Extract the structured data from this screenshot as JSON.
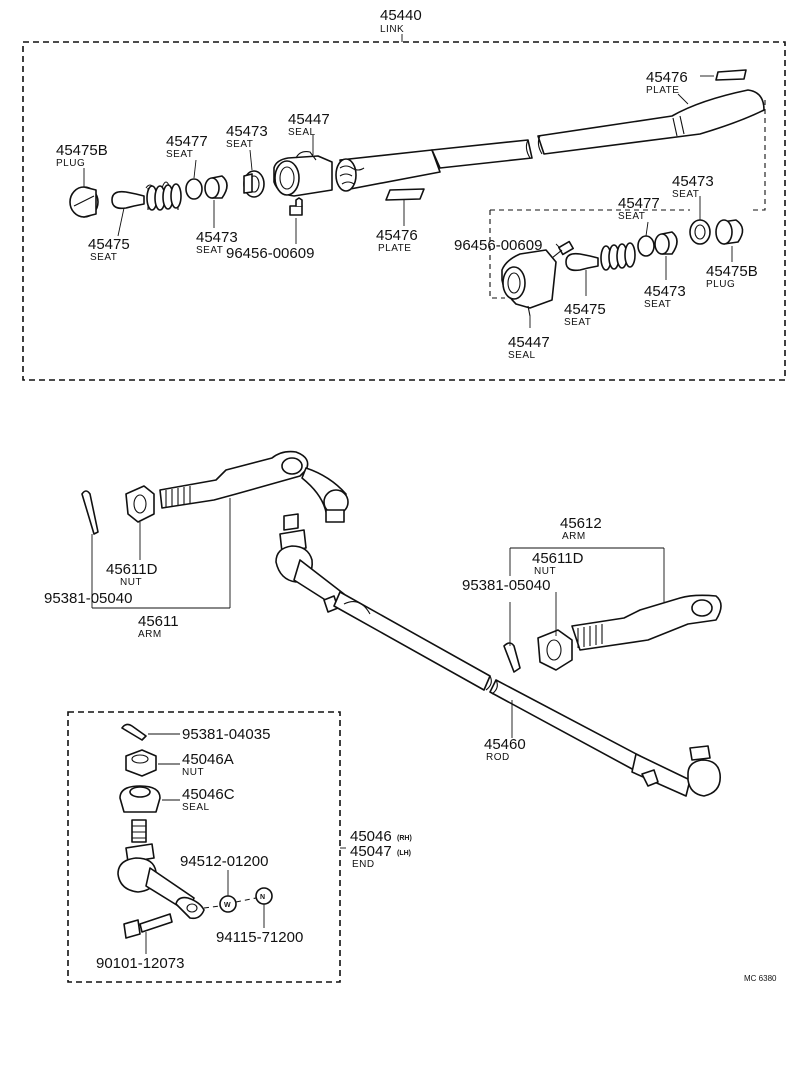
{
  "diagram": {
    "code": "MC 6380",
    "link_assembly": {
      "link": {
        "number": "45440",
        "desc": "LINK"
      },
      "plug_left": {
        "number": "45475B",
        "desc": "PLUG"
      },
      "seat_45475_left": {
        "number": "45475",
        "desc": "SEAT"
      },
      "seat_45477_left": {
        "number": "45477",
        "desc": "SEAT"
      },
      "seat_45473_left_top": {
        "number": "45473",
        "desc": "SEAT"
      },
      "seat_45473_left_bottom": {
        "number": "45473",
        "desc": "SEAT"
      },
      "seal_left": {
        "number": "45447",
        "desc": "SEAL"
      },
      "fitting_left": {
        "number": "96456-00609"
      },
      "plate_mid": {
        "number": "45476",
        "desc": "PLATE"
      },
      "plate_top": {
        "number": "45476",
        "desc": "PLATE"
      },
      "fitting_right": {
        "number": "96456-00609"
      },
      "seat_45477_right": {
        "number": "45477",
        "desc": "SEAT"
      },
      "seat_45473_right_top": {
        "number": "45473",
        "desc": "SEAT"
      },
      "seat_45473_right_bottom": {
        "number": "45473",
        "desc": "SEAT"
      },
      "seat_45475_right": {
        "number": "45475",
        "desc": "SEAT"
      },
      "plug_right": {
        "number": "45475B",
        "desc": "PLUG"
      },
      "seal_right": {
        "number": "45447",
        "desc": "SEAL"
      }
    },
    "steering": {
      "nut_left": {
        "number": "45611D",
        "desc": "NUT"
      },
      "pin_left": {
        "number": "95381-05040"
      },
      "arm_left": {
        "number": "45611",
        "desc": "ARM"
      },
      "arm_right": {
        "number": "45612",
        "desc": "ARM"
      },
      "nut_right": {
        "number": "45611D",
        "desc": "NUT"
      },
      "pin_right": {
        "number": "95381-05040"
      },
      "rod": {
        "number": "45460",
        "desc": "ROD"
      }
    },
    "end_detail": {
      "pin": {
        "number": "95381-04035"
      },
      "nut": {
        "number": "45046A",
        "desc": "NUT"
      },
      "seal": {
        "number": "45046C",
        "desc": "SEAL"
      },
      "end_rh": {
        "number": "45046",
        "suffix": "(RH)"
      },
      "end_lh": {
        "number": "45047",
        "suffix": "(LH)"
      },
      "end_desc": "END",
      "washer": {
        "number": "94512-01200",
        "symbol": "W"
      },
      "nut_n": {
        "number": "94115-71200",
        "symbol": "N"
      },
      "bolt": {
        "number": "90101-12073"
      }
    }
  }
}
